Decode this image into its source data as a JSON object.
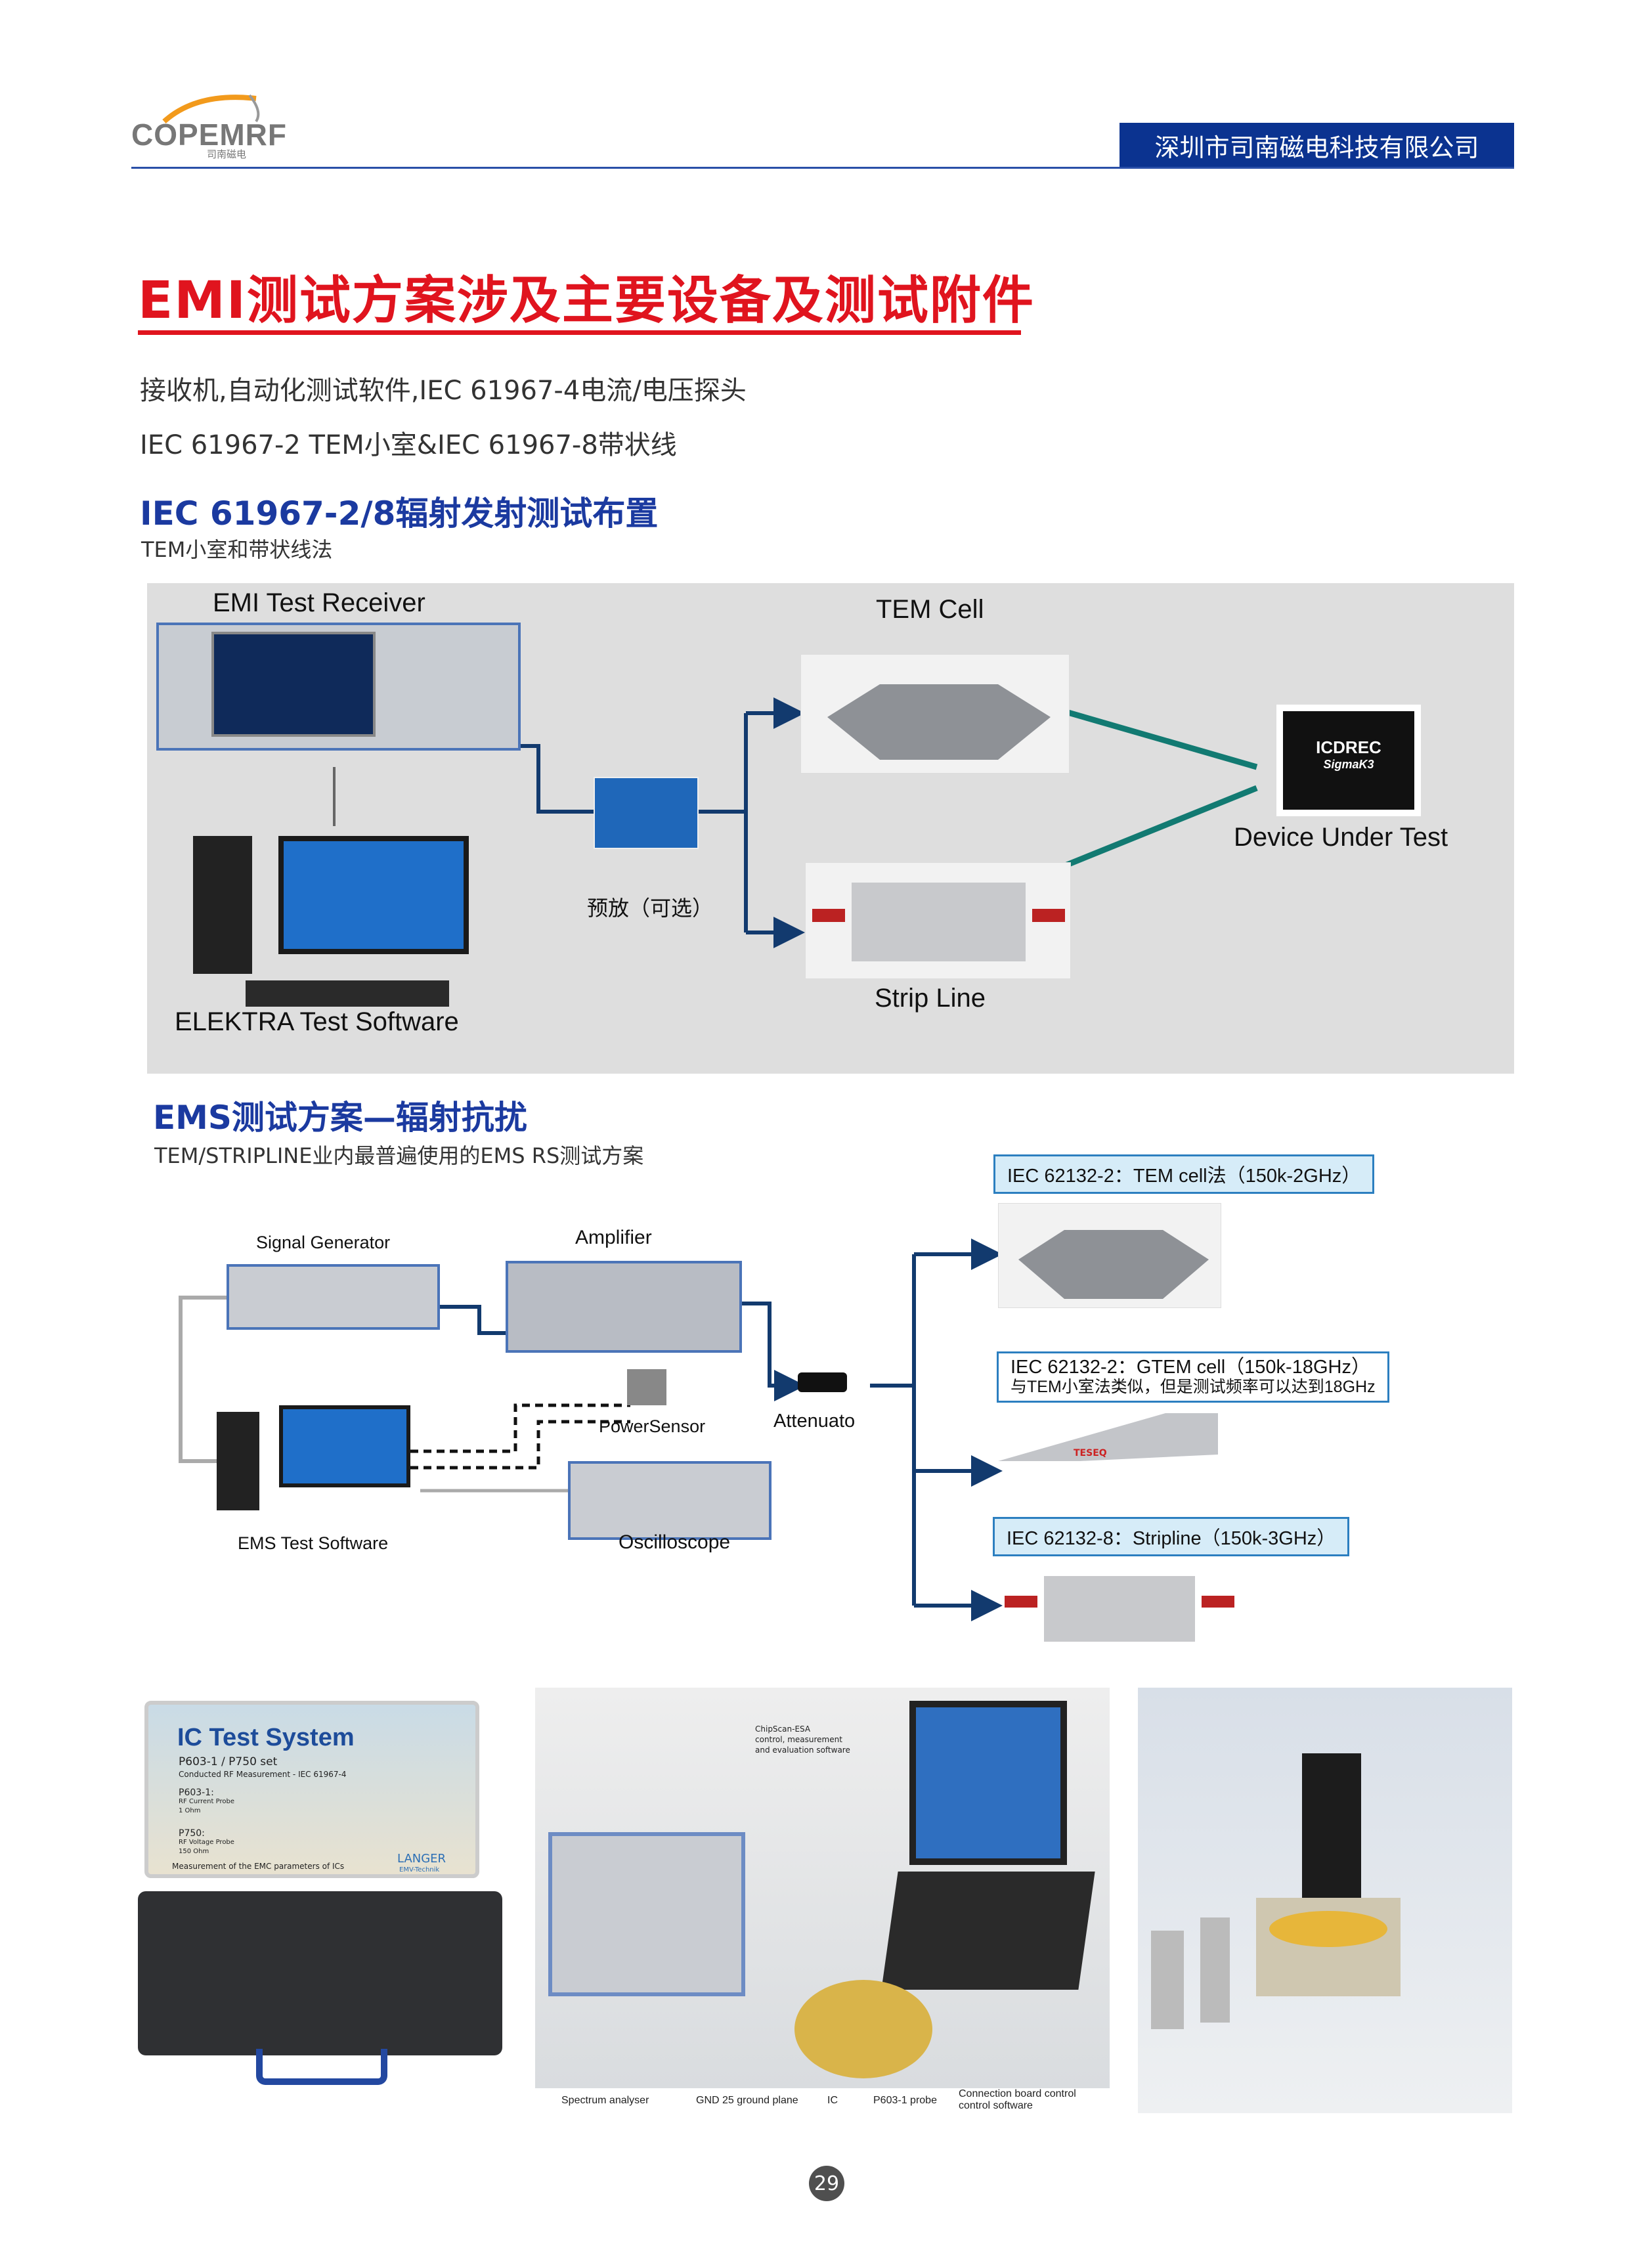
{
  "header": {
    "logo_text": "COPEMRF",
    "logo_sub": "司南磁电",
    "company": "深圳市司南磁电科技有限公司"
  },
  "title": "EMI测试方案涉及主要设备及测试附件",
  "intro": [
    "接收机,自动化测试软件,IEC 61967-4电流/电压探头",
    "IEC 61967-2 TEM小室&IEC 61967-8带状线"
  ],
  "emi_section": {
    "heading": "IEC 61967-2/8辐射发射测试布置",
    "subheading": "TEM小室和带状线法",
    "diagram": {
      "receiver": "EMI Test Receiver",
      "tem_cell": "TEM Cell",
      "dut": "Device Under Test",
      "dut_chip": [
        "ICDREC",
        "SigmaK3"
      ],
      "preamp": "预放（可选）",
      "strip_line": "Strip Line",
      "software": "ELEKTRA Test Software"
    }
  },
  "ems_section": {
    "heading": "EMS测试方案—辐射抗扰",
    "subheading": "TEM/STRIPLINE业内最普遍使用的EMS RS测试方案",
    "diagram": {
      "signal_generator": "Signal Generator",
      "amplifier": "Amplifier",
      "power_sensor": "PowerSensor",
      "attenuator": "Attenuato",
      "software": "EMS Test Software",
      "oscilloscope": "Oscilloscope",
      "methods": [
        {
          "label": "IEC 62132-2：TEM cell法（150k-2GHz）"
        },
        {
          "label": "IEC 62132-2：GTEM cell（150k-18GHz）",
          "note": "与TEM小室法类似，但是测试频率可以达到18GHz",
          "brand": "TESEQ"
        },
        {
          "label": "IEC 62132-8：Stripline（150k-3GHz）"
        }
      ]
    }
  },
  "photos": {
    "ic_test": {
      "title": "IC Test System",
      "set": "P603-1 / P750 set",
      "desc": "Conducted RF Measurement - IEC 61967-4",
      "p603": [
        "P603-1:",
        "RF Current Probe",
        "1 Ohm"
      ],
      "p750": [
        "P750:",
        "RF Voltage Probe",
        "150 Ohm"
      ],
      "footer": "Measurement of the EMC parameters of ICs",
      "brand": "LANGER",
      "brand_sub": "EMV-Technik"
    },
    "setup": {
      "software_note": [
        "ChipScan-ESA",
        "control, measurement",
        "and evaluation software"
      ],
      "captions": [
        "Spectrum analyser",
        "GND 25 ground plane",
        "IC",
        "P603-1 probe",
        "Connection board control\ncontrol software"
      ]
    }
  },
  "page_number": "29",
  "colors": {
    "brand_blue": "#0b3390",
    "title_red": "#e0141e",
    "heading_blue": "#1b3aa0",
    "arrow_navy": "#123a6e",
    "arrow_teal": "#127a72"
  }
}
